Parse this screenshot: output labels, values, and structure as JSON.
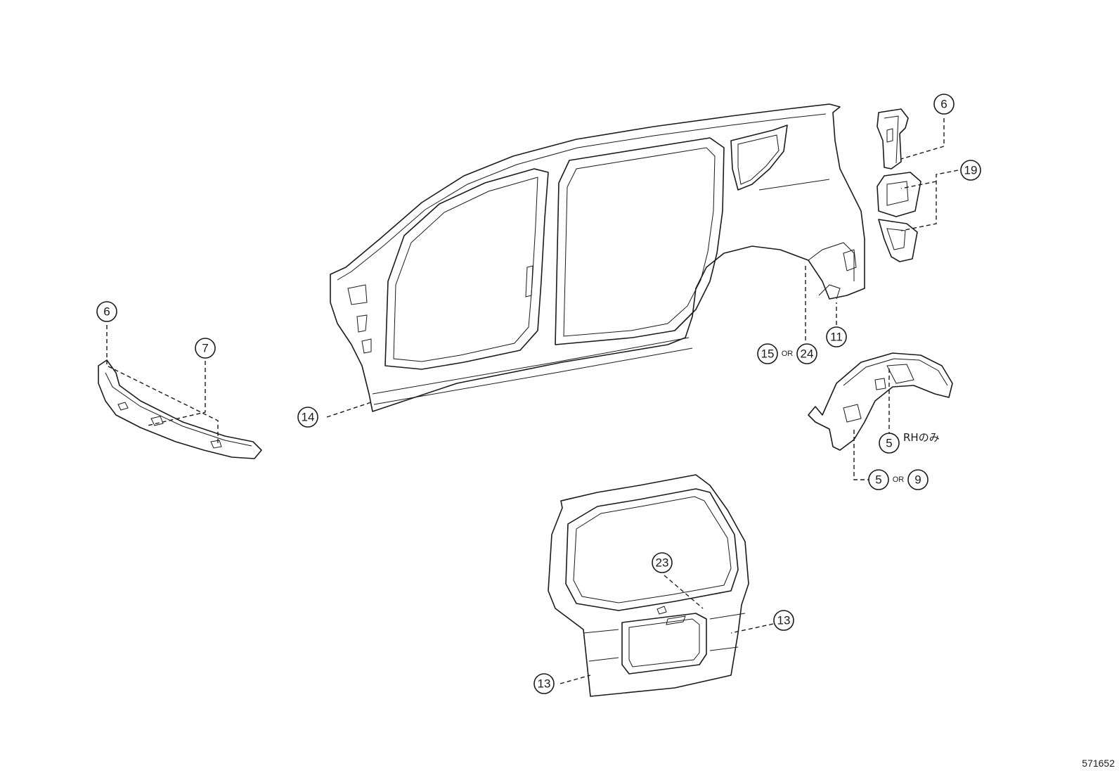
{
  "callouts": {
    "c6_top": "6",
    "c19": "19",
    "c6_left": "6",
    "c7": "7",
    "c11": "11",
    "c15": "15",
    "c24": "24",
    "c14": "14",
    "c5_rh": "5",
    "c5": "5",
    "c9": "9",
    "c23": "23",
    "c13_right": "13",
    "c13_left": "13"
  },
  "texts": {
    "or_label": "OR",
    "rh_note": "RHのみ",
    "diagram_id": "571652"
  }
}
